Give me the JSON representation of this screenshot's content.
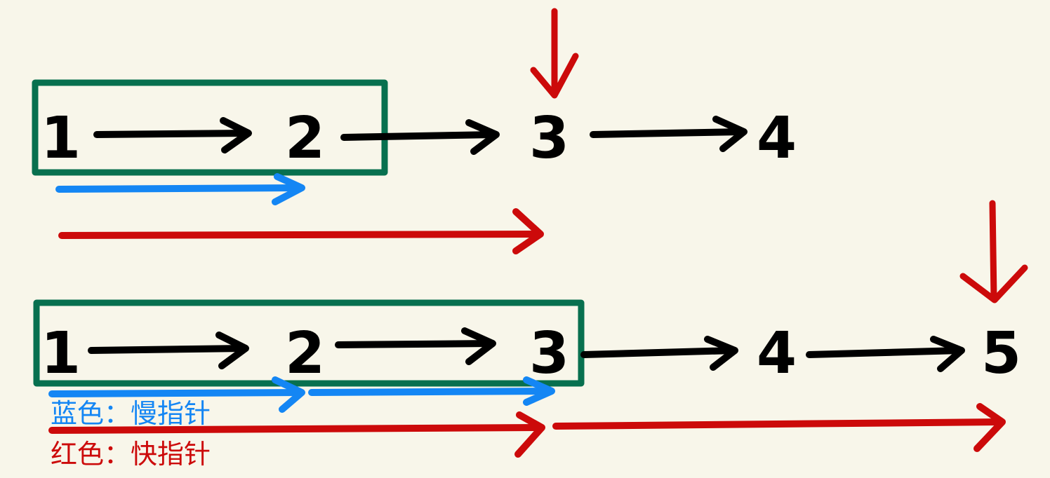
{
  "colors": {
    "background": "#f8f6ea",
    "window_box": "#08704f",
    "slow_pointer": "#1486f4",
    "fast_pointer": "#cc0a0a",
    "node_arrow": "#000000"
  },
  "row1": {
    "nodes": [
      "1",
      "2",
      "3",
      "4"
    ]
  },
  "row2": {
    "nodes": [
      "1",
      "2",
      "3",
      "4",
      "5"
    ]
  },
  "legend": {
    "slow": "蓝色：慢指针",
    "fast": "红色：快指针"
  }
}
